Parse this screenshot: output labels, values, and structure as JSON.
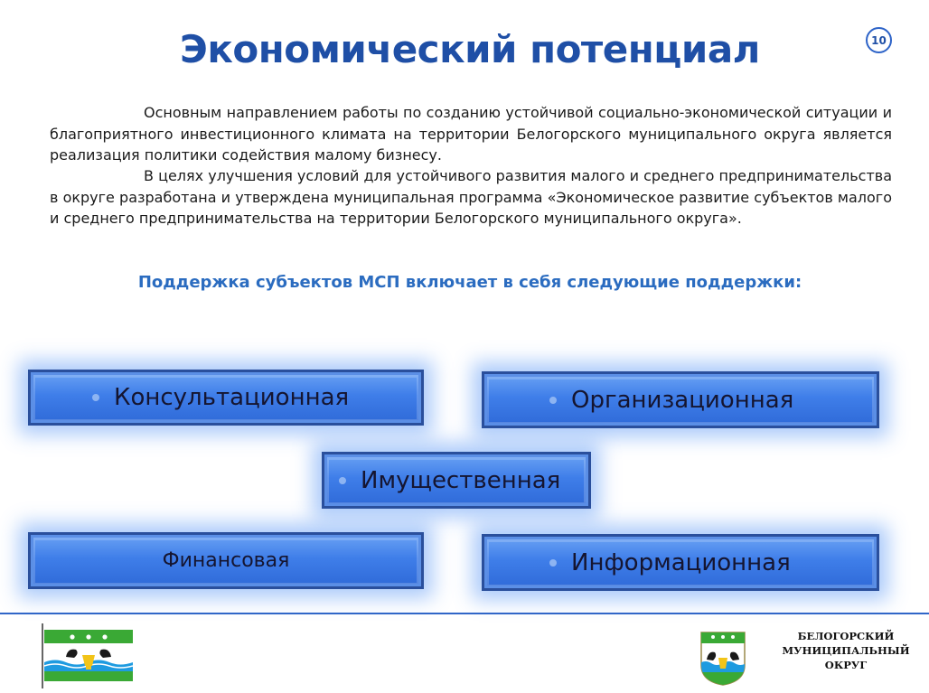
{
  "header": {
    "title": "Экономический потенциал",
    "page_number": "10"
  },
  "body": {
    "paragraph_1": "Основным направлением работы по созданию устойчивой социально-экономической ситуации и благоприятного инвестиционного климата на территории Белогорского муниципального округа является реализация политики содействия малому бизнесу.",
    "paragraph_2": "В целях улучшения условий для устойчивого развития малого и среднего предпринимательства в округе разработана и утверждена муниципальная программа «Экономическое развитие субъектов малого и среднего предпринимательства на территории Белогорского муниципального округа».",
    "subheading": "Поддержка субъектов МСП включает в себя следующие поддержки:"
  },
  "support_types": {
    "consulting": "Консультационная",
    "organizational": "Организационная",
    "property": "Имущественная",
    "financial": "Финансовая",
    "informational": "Информационная"
  },
  "footer": {
    "org_line_1": "БЕЛОГОРСКИЙ",
    "org_line_2": "МУНИЦИПАЛЬНЫЙ",
    "org_line_3": "ОКРУГ"
  },
  "colors": {
    "title": "#1f4fa6",
    "subheading": "#2b6cc0",
    "box_fill": "#3f7ee9",
    "flag_green": "#3aa935",
    "flag_white": "#ffffff",
    "flag_water": "#1e9be0",
    "emblem_gold": "#f2c418"
  },
  "icons": {
    "flag": "belogorsk-flag-icon",
    "crest": "belogorsk-crest-icon"
  }
}
